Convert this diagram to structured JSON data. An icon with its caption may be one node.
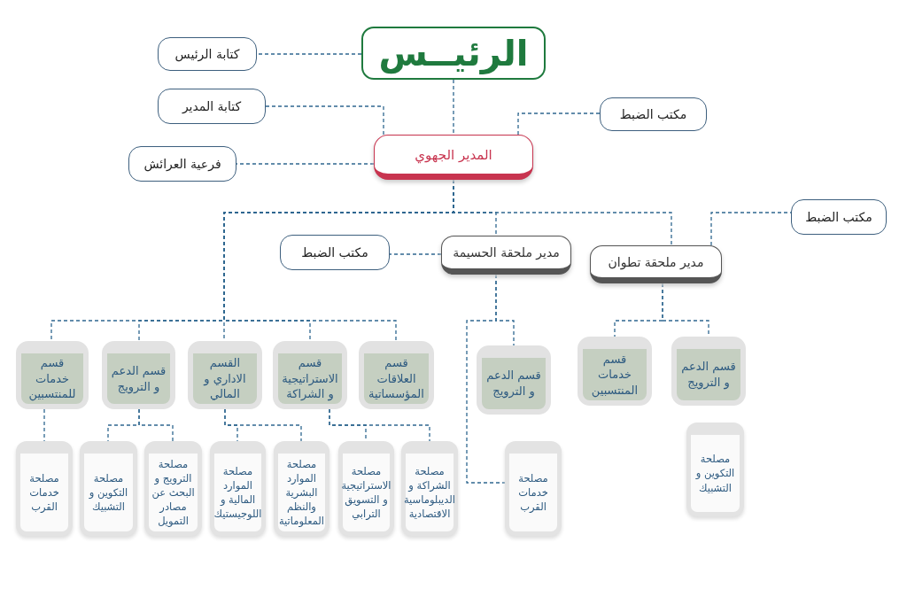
{
  "diagram": {
    "nodes": [
      {
        "text": [
          "الرئيــس"
        ]
      },
      {
        "text": [
          "كتابة الرئيس"
        ]
      },
      {
        "text": [
          "كتابة المدير"
        ]
      },
      {
        "text": [
          "مكتب الضبط"
        ]
      },
      {
        "text": [
          "المدير الجهوي"
        ]
      },
      {
        "text": [
          "فرعية العرائش"
        ]
      },
      {
        "text": [
          "مكتب الضبط"
        ]
      },
      {
        "text": [
          "مكتب الضبط"
        ]
      },
      {
        "text": [
          "مدير ملحقة الحسيمة"
        ]
      },
      {
        "text": [
          "مدير ملحقة تطوان"
        ]
      },
      {
        "text": [
          "قسم خدمات للمنتسبين"
        ]
      },
      {
        "text": [
          "قسم الدعم و الترويج"
        ]
      },
      {
        "text": [
          "القسم الاداري و المالي"
        ]
      },
      {
        "text": [
          "قسم الاستراتيجية و الشراكة"
        ]
      },
      {
        "text": [
          "قسم العلاقات المؤسساتية"
        ]
      },
      {
        "text": [
          "قسم الدعم و الترويج"
        ]
      },
      {
        "text": [
          "قسم خدمات المنتسبين"
        ]
      },
      {
        "text": [
          "قسم الدعم و الترويج"
        ]
      },
      {
        "text": [
          "مصلحة خدمات القرب"
        ]
      },
      {
        "text": [
          "مصلحة التكوين و التشبيك"
        ]
      },
      {
        "text": [
          "مصلحة الترويج و البحث عن مصادر التمويل"
        ]
      },
      {
        "text": [
          "مصلحة الموارد المالية و اللوجيستيك"
        ]
      },
      {
        "text": [
          "مصلحة الموارد البشرية والنظم المعلوماتية"
        ]
      },
      {
        "text": [
          "مصلحة الاستراتيجية و التسويق الترابي"
        ]
      },
      {
        "text": [
          "مصلحة الشراكة و الديبلوماسية الاقتصادية"
        ]
      },
      {
        "text": [
          "مصلحة خدمات القرب"
        ]
      },
      {
        "text": [
          "مصلحة التكوين و التشبيك"
        ]
      }
    ],
    "edges": [
      {
        "from": 0,
        "to": 1,
        "arrow": "none"
      },
      {
        "from": 0,
        "to": 4,
        "arrow": "none"
      },
      {
        "from": 4,
        "to": 2,
        "arrow": "none"
      },
      {
        "from": 4,
        "to": 3,
        "arrow": "none"
      },
      {
        "from": 4,
        "to": 5,
        "arrow": "none"
      },
      {
        "from": 4,
        "to": 8,
        "arrow": "none"
      },
      {
        "from": 4,
        "to": 9,
        "arrow": "none"
      },
      {
        "from": 4,
        "to": 10,
        "arrow": "none"
      },
      {
        "from": 4,
        "to": 11,
        "arrow": "none"
      },
      {
        "from": 4,
        "to": 12,
        "arrow": "none"
      },
      {
        "from": 4,
        "to": 13,
        "arrow": "none"
      },
      {
        "from": 4,
        "to": 14,
        "arrow": "none"
      },
      {
        "from": 8,
        "to": 7,
        "arrow": "none"
      },
      {
        "from": 8,
        "to": 15,
        "arrow": "none"
      },
      {
        "from": 8,
        "to": 25,
        "arrow": "none"
      },
      {
        "from": 9,
        "to": 6,
        "arrow": "none"
      },
      {
        "from": 9,
        "to": 16,
        "arrow": "none"
      },
      {
        "from": 9,
        "to": 17,
        "arrow": "none"
      },
      {
        "from": 10,
        "to": 18,
        "arrow": "none"
      },
      {
        "from": 11,
        "to": 19,
        "arrow": "none"
      },
      {
        "from": 11,
        "to": 20,
        "arrow": "none"
      },
      {
        "from": 12,
        "to": 21,
        "arrow": "none"
      },
      {
        "from": 12,
        "to": 22,
        "arrow": "none"
      },
      {
        "from": 13,
        "to": 23,
        "arrow": "none"
      },
      {
        "from": 13,
        "to": 24,
        "arrow": "none"
      }
    ]
  }
}
